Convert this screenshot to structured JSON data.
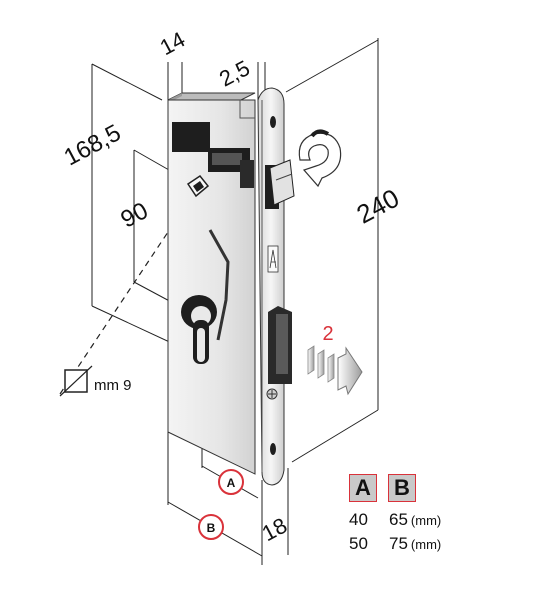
{
  "dimensions": {
    "faceplate_thickness": "14",
    "plate_offset": "2,5",
    "top_to_handle": "168,5",
    "handle_to_cylinder": "90",
    "overall_height": "240",
    "faceplate_width": "18",
    "square_spindle": "mm 9"
  },
  "markers": {
    "a": "A",
    "b": "B",
    "latch_count": "2"
  },
  "legend": {
    "header_a": "A",
    "header_b": "B",
    "unit": "(mm)",
    "rows": [
      {
        "a": "40",
        "b": "65"
      },
      {
        "a": "50",
        "b": "75"
      }
    ]
  },
  "colors": {
    "marker_red": "#d9323a",
    "metal_light": "#e8e8e8",
    "metal_dark": "#1e1e1e"
  }
}
